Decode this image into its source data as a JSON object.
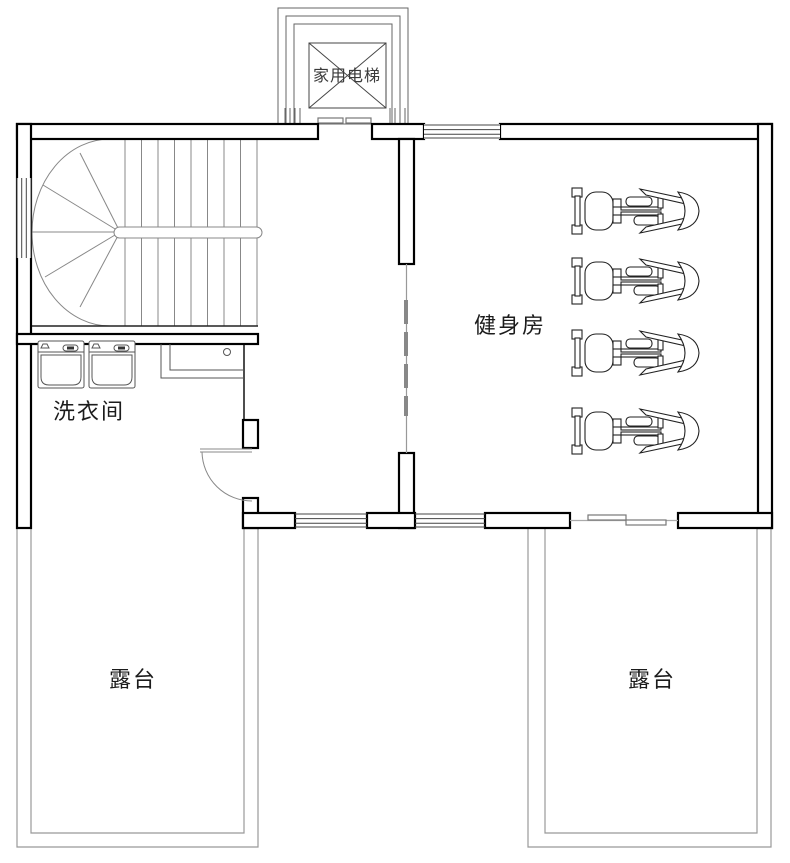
{
  "page": {
    "background_color": "#ffffff",
    "wall_color": "#000000",
    "thin_line_color": "#888888"
  },
  "floor_plan": {
    "rooms": {
      "elevator": {
        "label": "家用电梯"
      },
      "gym": {
        "label": "健身房"
      },
      "laundry": {
        "label": "洗衣间"
      },
      "terrace_left": {
        "label": "露台"
      },
      "terrace_right": {
        "label": "露台"
      }
    },
    "fixtures": {
      "staircase": "winder-staircase",
      "washing_machine_count": 2,
      "exercise_machine_count": 4
    }
  }
}
